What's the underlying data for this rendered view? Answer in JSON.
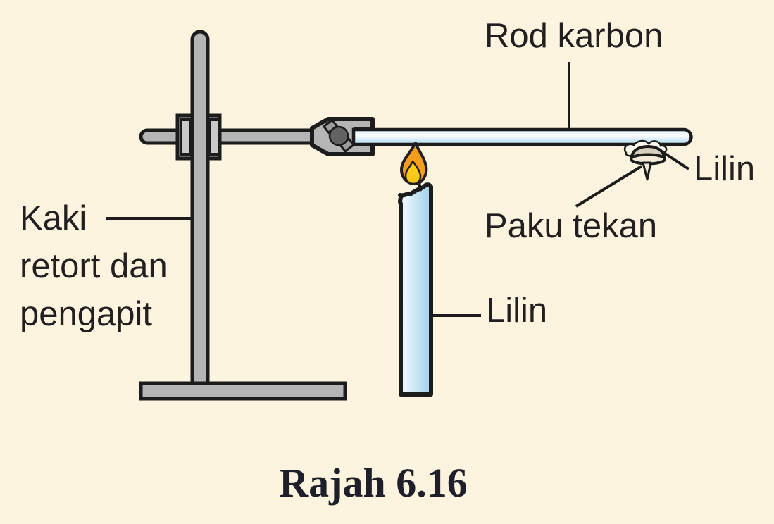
{
  "figure": {
    "type": "textbook-physics-diagram",
    "caption": "Rajah 6.16",
    "labels": {
      "rod_karbon": "Rod karbon",
      "lilin_on_rod": "Lilin",
      "paku_tekan": "Paku tekan",
      "lilin_candle": "Lilin",
      "kaki_retort": "Kaki\nretort dan\npengapit"
    },
    "colors": {
      "background": "#fcf4df",
      "outline": "#1c1c1c",
      "text": "#231f20",
      "caption_text": "#1f1f2b",
      "metal_gray": "#b5b5b5",
      "metal_gray_light": "#c9c9c9",
      "knob_dark": "#636363",
      "knob_tab": "#9c9c9c",
      "rod_blue": "#a9d6ee",
      "rod_highlight": "#ffffff",
      "candle_blue": "#9dcde9",
      "candle_blue_light": "#f2fafe",
      "flame_orange": "#f59d1d",
      "flame_yellow": "#fcd311",
      "tack_head": "#d6d0bd",
      "tack_base": "#f1ebd8",
      "wax_white": "#fdfaf0"
    }
  }
}
